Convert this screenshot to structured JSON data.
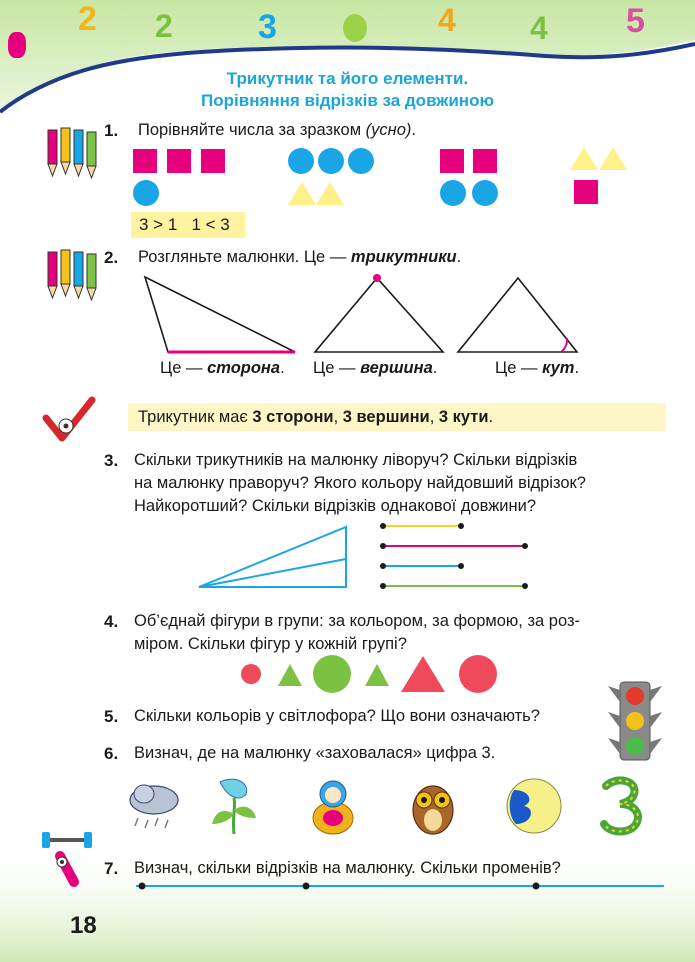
{
  "header": {
    "title_line1": "Трикутник та його елементи.",
    "title_line2": "Порівняння відрізків за довжиною"
  },
  "tasks": [
    {
      "number": "1.",
      "text_main": "Порівняйте числа за зразком ",
      "text_hint": "(усно)",
      "text_end": "."
    },
    {
      "number": "2.",
      "text_main": "Розгляньте малюнки. Це — ",
      "text_bold": "трикутники",
      "text_end": "."
    },
    {
      "number": "3.",
      "lines": [
        "Скільки трикутників на малюнку ліворуч? Скільки відрізків",
        "на малюнку праворуч? Якого кольору найдовший відрізок?",
        "Найкоротший? Скільки відрізків однакової довжини?"
      ]
    },
    {
      "number": "4.",
      "lines": [
        "Об’єднай фігури в групи: за кольором, за формою, за роз-",
        "міром. Скільки фігур у кожній групі?"
      ]
    },
    {
      "number": "5.",
      "text": "Скільки кольорів у світлофора? Що вони означають?"
    },
    {
      "number": "6.",
      "text": "Визнач, де на малюнку «заховалася» цифра 3."
    },
    {
      "number": "7.",
      "text": "Визнач, скільки відрізків на малюнку. Скільки променів?"
    }
  ],
  "comparison_example": "3 > 1   1 < 3",
  "captions": {
    "side_prefix": "Це — ",
    "side_word": "сторона",
    "vertex_prefix": "Це — ",
    "vertex_word": "вершина",
    "angle_prefix": "Це — ",
    "angle_word": "кут",
    "dot": "."
  },
  "rule_box": {
    "prefix": "Трикутник має ",
    "sides": "3 сторони",
    "sep1": ", ",
    "vertices": "3 вершини",
    "sep2": ", ",
    "angles": "3 кути",
    "end": "."
  },
  "page_number": "18",
  "header_digits": [
    "2",
    "3",
    "4",
    "5"
  ],
  "colors": {
    "title": "#1aa6d8",
    "magenta": "#e6007e",
    "blue": "#1aa6e6",
    "yellow": "#fff18a",
    "red": "#ef4a5b",
    "green": "#7cc242",
    "segment_blue": "#1aa6e6"
  }
}
